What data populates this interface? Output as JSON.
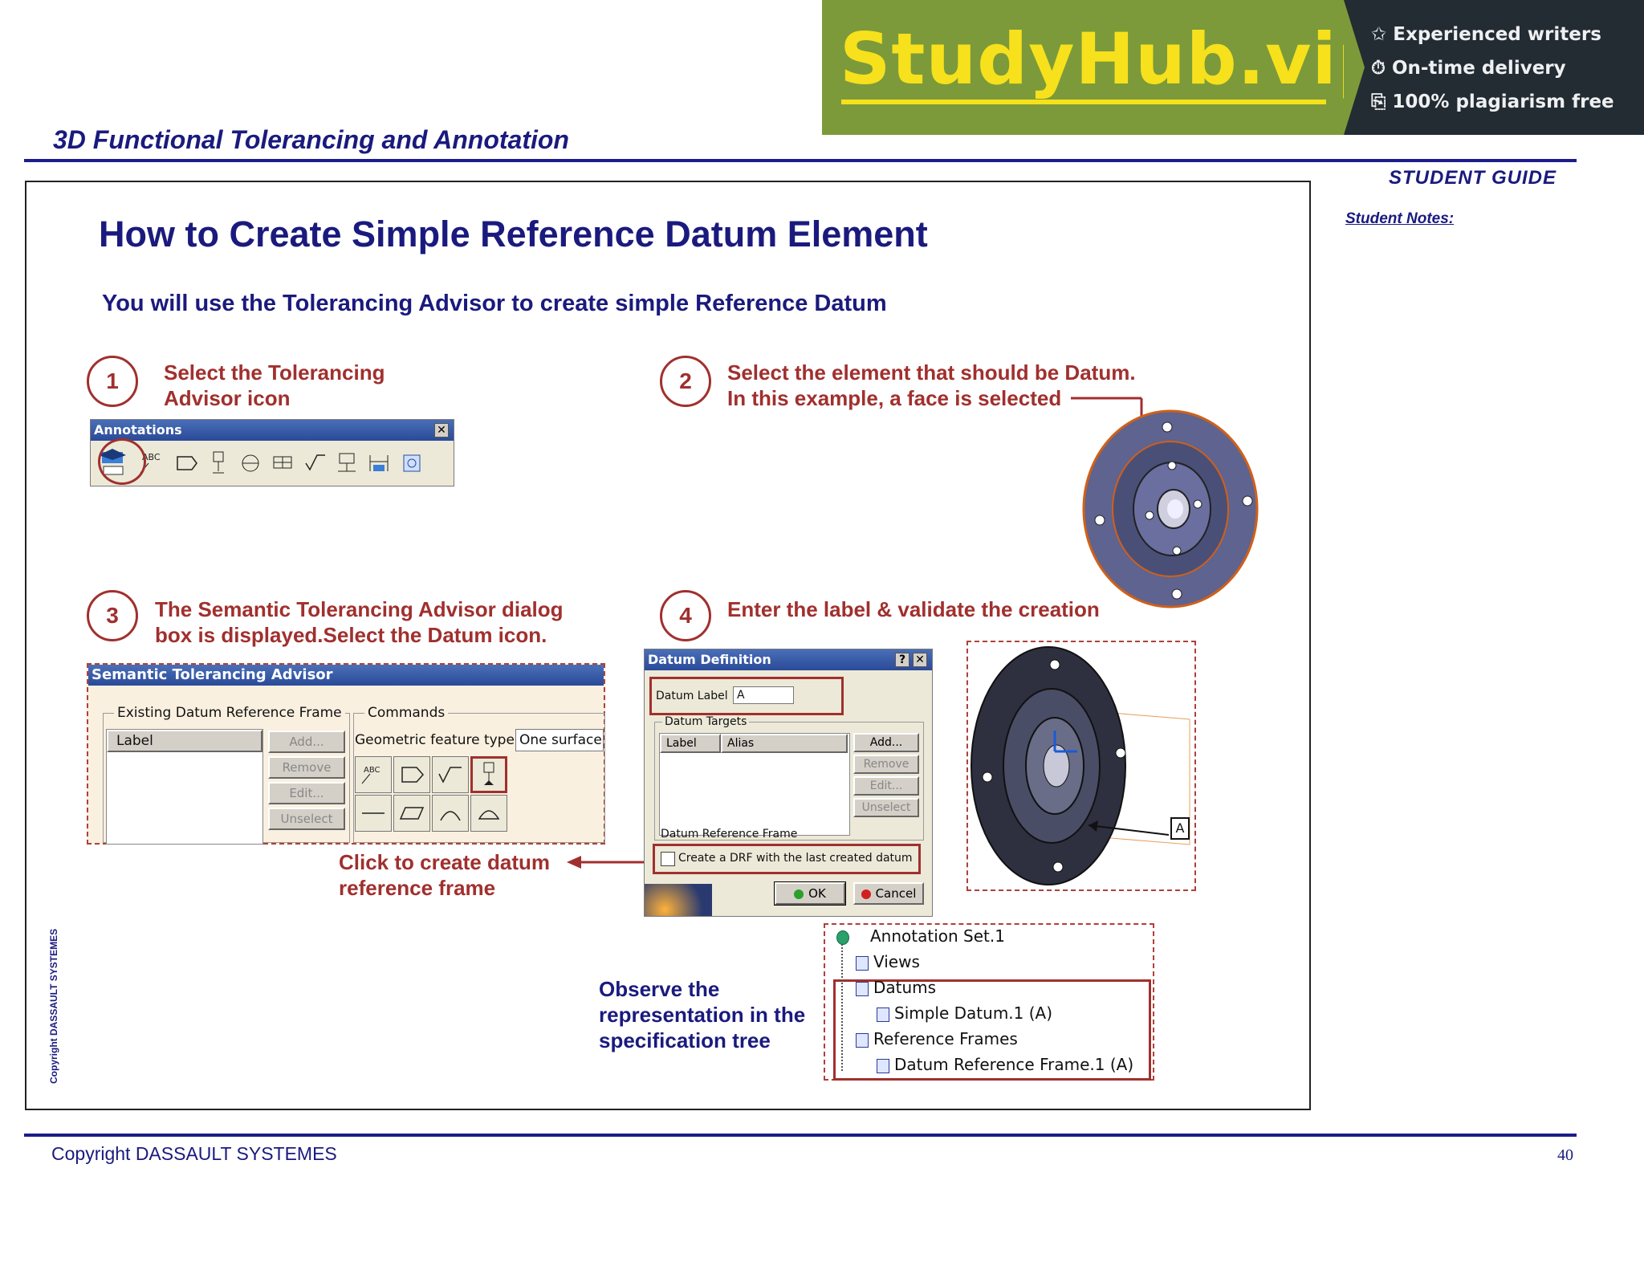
{
  "banner": {
    "brand": "StudyHub.vip",
    "features": [
      "✩ Experienced writers",
      "⏱ On-time delivery",
      "⎘ 100% plagiarism free"
    ]
  },
  "header": {
    "doc_title": "3D Functional Tolerancing and Annotation",
    "student_guide": "STUDENT GUIDE",
    "student_notes": "Student Notes:"
  },
  "slide": {
    "title": "How to Create Simple Reference Datum Element",
    "subtitle": "You will use the Tolerancing Advisor to create simple Reference Datum",
    "side_copyright": "Copyright DASSAULT SYSTEMES"
  },
  "steps": [
    {
      "num": "1",
      "line1": "Select the Tolerancing",
      "line2": "Advisor icon"
    },
    {
      "num": "2",
      "line1": "Select the element that should be Datum.",
      "line2": "In this example, a face is selected"
    },
    {
      "num": "3",
      "line1": "The Semantic Tolerancing Advisor dialog",
      "line2": "box is displayed.Select the Datum icon."
    },
    {
      "num": "4",
      "line1": "Enter the label & validate the creation",
      "line2": ""
    }
  ],
  "annotations_toolbar": {
    "title": "Annotations",
    "close": "✕"
  },
  "advisor": {
    "title": "Semantic Tolerancing Advisor",
    "existing_group": "Existing Datum Reference Frame",
    "label_col": "Label",
    "buttons": [
      "Add...",
      "Remove",
      "Edit...",
      "Unselect"
    ],
    "commands_group": "Commands",
    "feature_type_label": "Geometric feature type",
    "feature_type_value": "One surface"
  },
  "callouts": {
    "click_drf_line1": "Click to create datum",
    "click_drf_line2": "reference frame",
    "observe_line1": "Observe the",
    "observe_line2": "representation in the",
    "observe_line3": "specification tree"
  },
  "datum_def": {
    "title": "Datum Definition",
    "help": "?",
    "close": "✕",
    "label_caption": "Datum Label",
    "label_value": "A",
    "targets_group": "Datum Targets",
    "col_label": "Label",
    "col_alias": "Alias",
    "buttons": [
      "Add...",
      "Remove",
      "Edit...",
      "Unselect"
    ],
    "drf_group": "Datum Reference Frame",
    "drf_checkbox": "Create a DRF with the last created datum",
    "ok": "OK",
    "cancel": "Cancel"
  },
  "part_label": "A",
  "tree": {
    "items": [
      "Annotation Set.1",
      "Views",
      "Datums",
      "Simple Datum.1 (A)",
      "Reference Frames",
      "Datum Reference Frame.1 (A)"
    ]
  },
  "footer": {
    "copyright": "Copyright DASSAULT SYSTEMES",
    "page": "40"
  },
  "colors": {
    "navy": "#1a1a7e",
    "accent_red": "#a0302e",
    "banner_green": "#7c9a3a",
    "banner_dark": "#232b33",
    "brand_yellow": "#f6e11c"
  }
}
